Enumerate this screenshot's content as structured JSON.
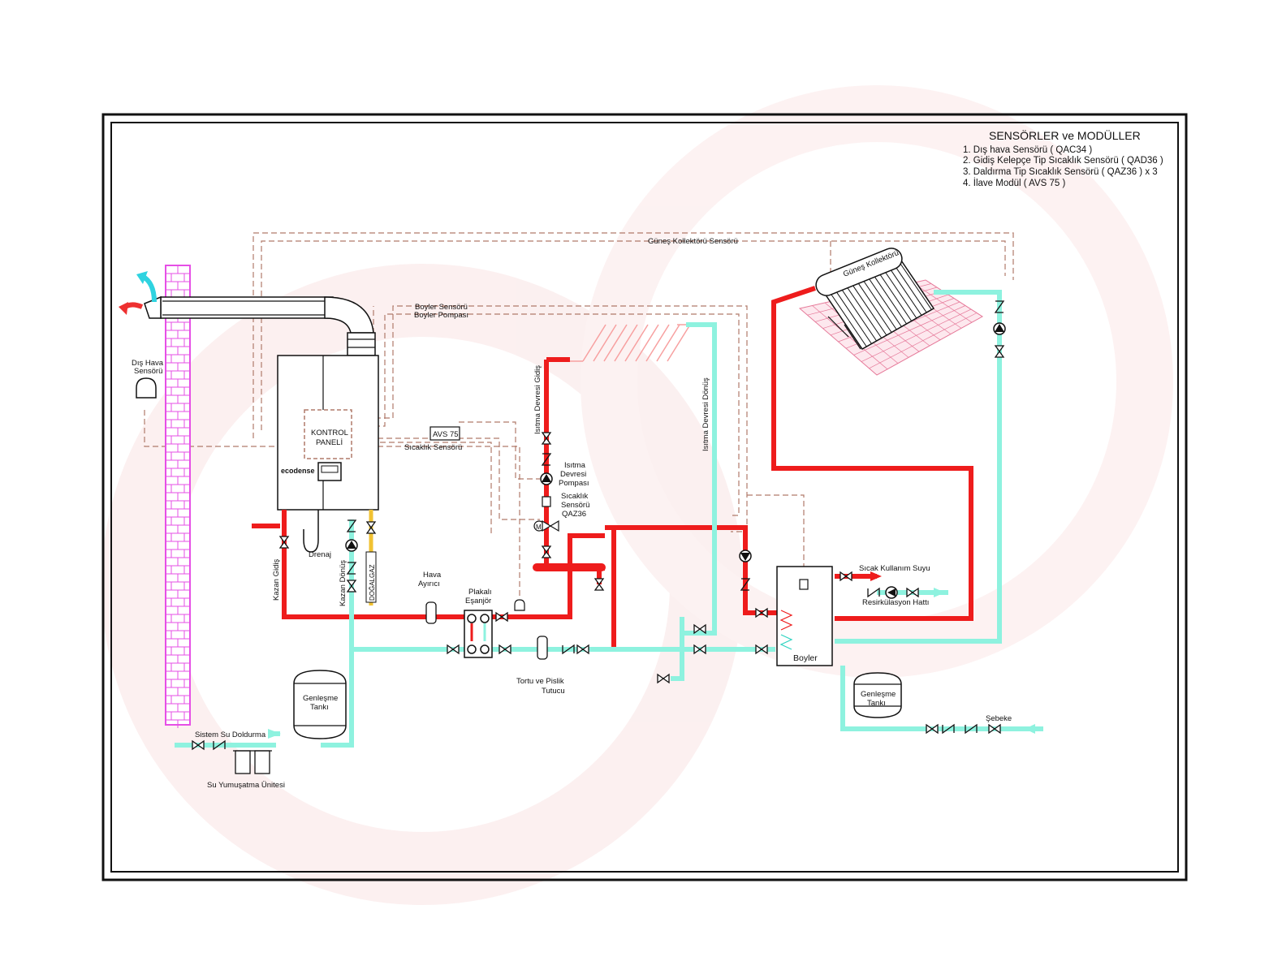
{
  "legend": {
    "title": "SENSÖRLER ve MODÜLLER",
    "items": [
      "1. Dış hava Sensörü ( QAC34 )",
      "2. Gidiş Kelepçe Tip Sıcaklık Sensörü ( QAD36 )",
      "3. Daldırma Tip Sıcaklık Sensörü ( QAZ36 ) x 3",
      "4. İlave Modül ( AVS 75 )"
    ]
  },
  "labels": {
    "solar_sensor": "Güneş Kollektörü Sensörü",
    "solar_collector": "Güneş Kollektörü",
    "boiler_sensor": "Boyler Sensörü",
    "boiler_pump": "Boyler Pompası",
    "outdoor_sensor_1": "Dış Hava",
    "outdoor_sensor_2": "Sensörü",
    "control_panel_1": "KONTROL",
    "control_panel_2": "PANELİ",
    "brand": "ecodense",
    "avs": "AVS 75",
    "temp_sensor": "Sıcaklık Sensörü",
    "heating_supply": "Isıtma Devresi Gidiş",
    "heating_return": "Isıtma Devresi Dönüş",
    "heating_pump_1": "Isıtma",
    "heating_pump_2": "Devresi",
    "heating_pump_3": "Pompası",
    "qaz_1": "Sıcaklık",
    "qaz_2": "Sensörü",
    "qaz_3": "QAZ36",
    "drain": "Drenaj",
    "natural_gas": "DOĞALGAZ",
    "boiler_supply": "Kazan Gidiş",
    "boiler_return": "Kazan Dönüş",
    "air_sep_1": "Hava",
    "air_sep_2": "Ayırıcı",
    "plate_hex_1": "Plakalı",
    "plate_hex_2": "Eşanjör",
    "dirt_sep_1": "Tortu ve Pislik",
    "dirt_sep_2": "Tutucu",
    "hot_water": "Sıcak Kullanım Suyu",
    "recirculation": "Resirkülasyon Hattı",
    "boyler": "Boyler",
    "exp_tank_left_1": "Genleşme",
    "exp_tank_left_2": "Tankı",
    "exp_tank_right_1": "Genleşme",
    "exp_tank_right_2": "Tankı",
    "fill": "Sistem Su Doldurma",
    "softener": "Su Yumuşatma Ünitesi",
    "mains": "Şebeke",
    "mixing_m": "M"
  },
  "colors": {
    "hot_pipe": "#ee1c1c",
    "cold_pipe": "#8ef2df",
    "chimney": "#e64fe6",
    "sensor_wire": "#b07a6a",
    "watermark": "#fbe3e3"
  }
}
